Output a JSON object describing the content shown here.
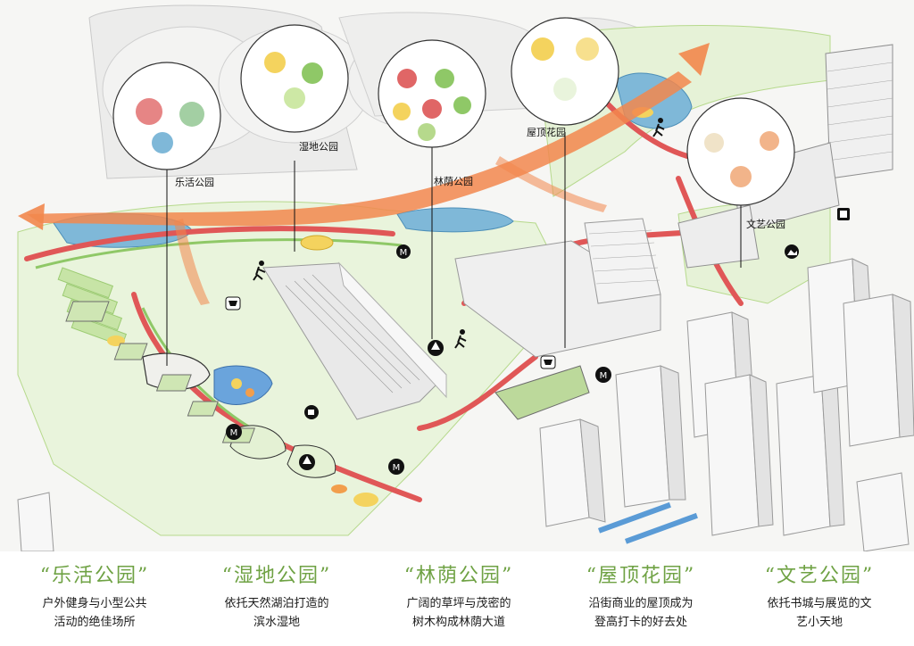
{
  "callouts": [
    {
      "id": "lehuo",
      "label": "乐活公园"
    },
    {
      "id": "shidi",
      "label": "湿地公园"
    },
    {
      "id": "linyin",
      "label": "林荫公园"
    },
    {
      "id": "wuding",
      "label": "屋顶花园"
    },
    {
      "id": "wenyi",
      "label": "文艺公园"
    }
  ],
  "captions": [
    {
      "title": "“乐活公园”",
      "line1": "户外健身与小型公共",
      "line2": "活动的绝佳场所"
    },
    {
      "title": "“湿地公园”",
      "line1": "依托天然湖泊打造的",
      "line2": "滨水湿地"
    },
    {
      "title": "“林荫公园”",
      "line1": "广阔的草坪与茂密的",
      "line2": "树木构成林荫大道"
    },
    {
      "title": "“屋顶花园”",
      "line1": "沿街商业的屋顶成为",
      "line2": "登高打卡的好去处"
    },
    {
      "title": "“文艺公园”",
      "line1": "依托书城与展览的文",
      "line2": "艺小天地"
    }
  ],
  "colors": {
    "grass": "#d4ecbb",
    "grass_dark": "#b6d98c",
    "water": "#7fb8d8",
    "track": "#e05757",
    "arrow": "#f2874d",
    "building": "#f1f1f1",
    "caption_green": "#6fa244"
  },
  "icons": [
    "runner-icon",
    "shopping-cart-icon",
    "metro-icon",
    "tree-icon",
    "book-icon",
    "cafe-icon",
    "gallery-icon"
  ]
}
